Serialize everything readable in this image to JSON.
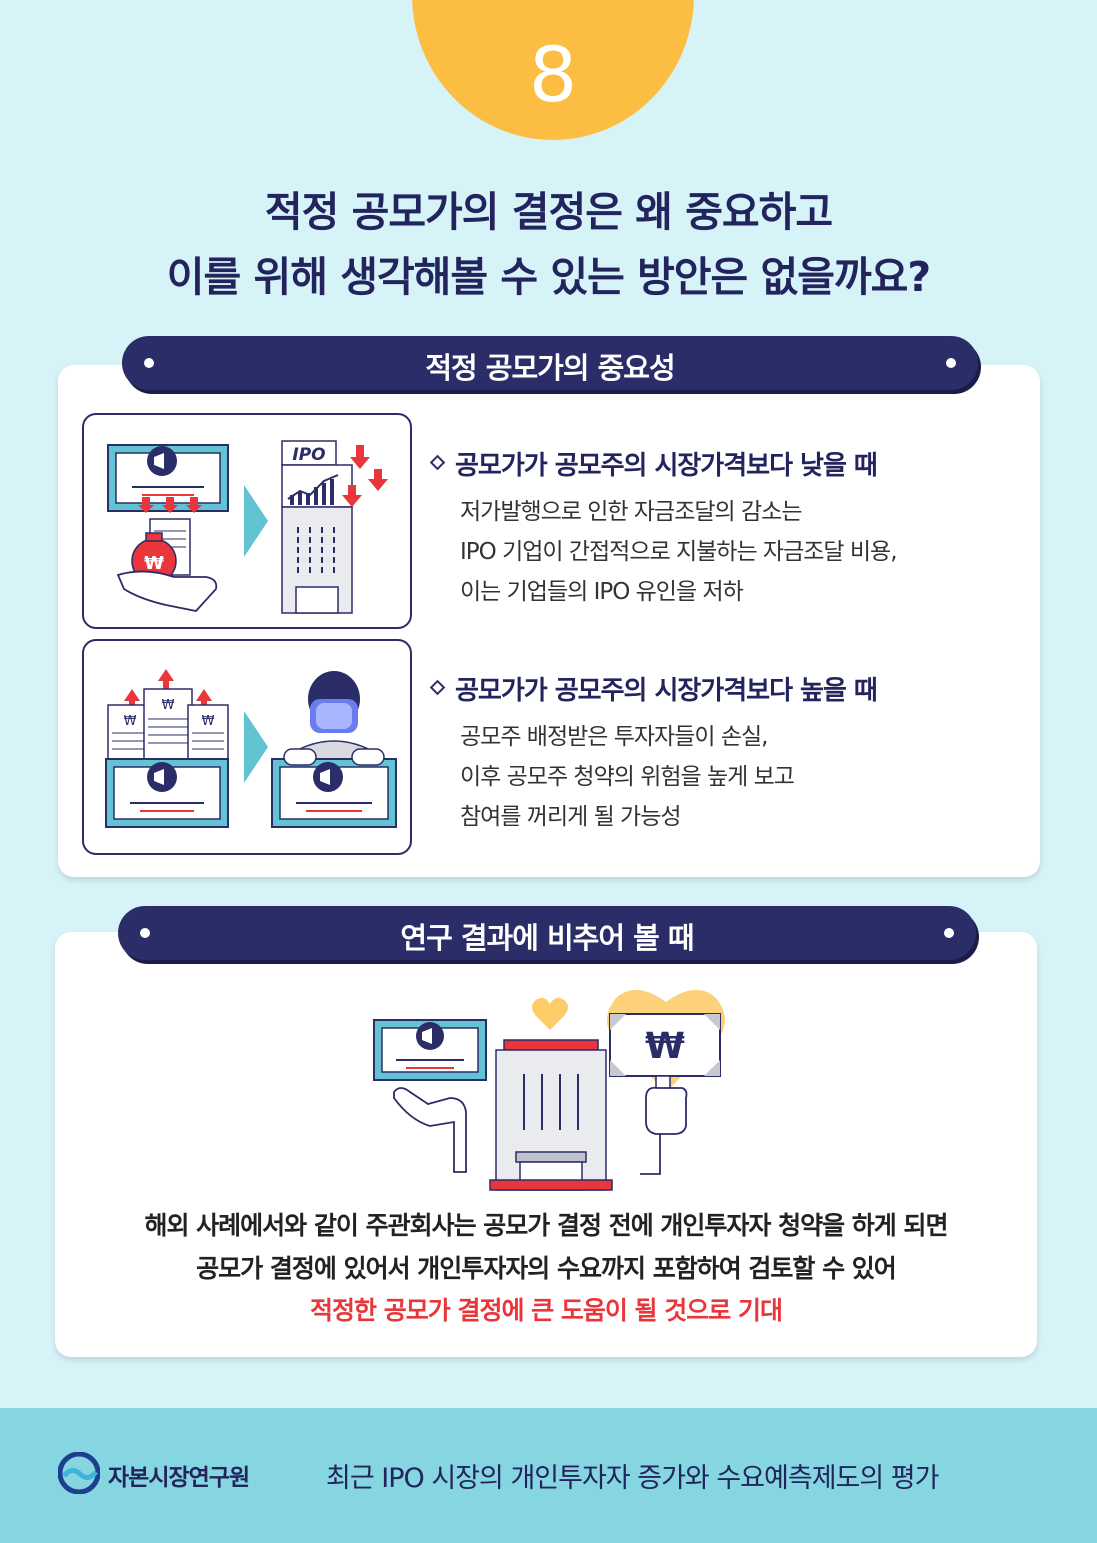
{
  "number": "8",
  "title": {
    "line1": "적정 공모가의 결정은 왜 중요하고",
    "line2": "이를 위해 생각해볼 수 있는 방안은 없을까요?"
  },
  "section1": {
    "banner": "적정 공모가의 중요성",
    "low": {
      "heading": "공모가가 공모주의 시장가격보다 낮을 때",
      "lines": [
        "저가발행으로 인한 자금조달의 감소는",
        "IPO 기업이 간접적으로 지불하는 자금조달 비용,",
        "이는 기업들의 IPO 유인을 저하"
      ]
    },
    "high": {
      "heading": "공모가가 공모주의 시장가격보다 높을 때",
      "lines": [
        "공모주 배정받은 투자자들이 손실,",
        "이후 공모주 청약의 위험을 높게 보고",
        "참여를 꺼리게 될 가능성"
      ]
    },
    "illus_labels": {
      "ipo": "IPO",
      "won": "₩"
    }
  },
  "section2": {
    "banner": "연구 결과에 비추어 볼 때",
    "lines": [
      "해외 사례에서와 같이 주관회사는 공모가 결정 전에 개인투자자 청약을 하게 되면",
      "공모가 결정에 있어서 개인투자자의 수요까지 포함하여 검토할 수 있어"
    ],
    "highlight": "적정한 공모가 결정에 큰 도움이 될 것으로 기대"
  },
  "footer": {
    "org": "자본시장연구원",
    "report_title": "최근 IPO 시장의 개인투자자 증가와 수요예측제도의 평가"
  },
  "colors": {
    "background": "#d6f3f8",
    "footer_band": "#86d6e2",
    "accent_orange": "#fcbe42",
    "navy": "#2b2d68",
    "highlight_red": "#e8363b"
  }
}
